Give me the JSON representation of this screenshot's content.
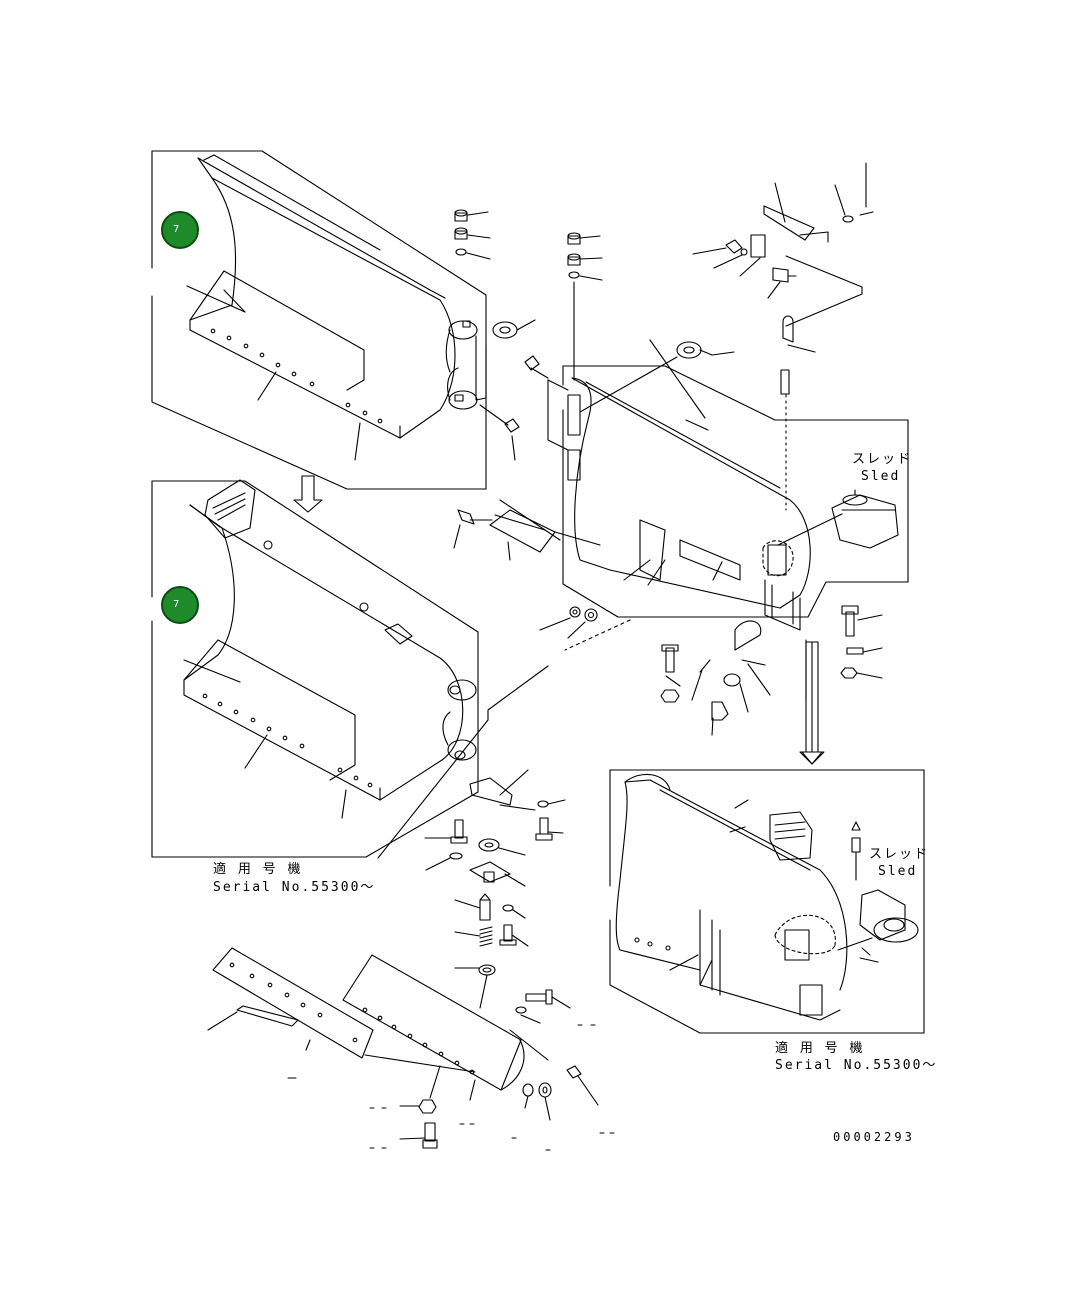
{
  "callouts": {
    "upper": "7",
    "lower": "7"
  },
  "serial_left": {
    "line1": "適 用 号 機",
    "line2": "Serial No.55300～"
  },
  "serial_right": {
    "line1": "適 用 号 機",
    "line2": "Serial No.55300～"
  },
  "sled_top": {
    "jp": "スレッド",
    "en": "Sled"
  },
  "sled_bottom": {
    "jp": "スレッド",
    "en": "Sled"
  },
  "figure_number": "00002293",
  "colors": {
    "callout_fill": "#1f8a2a",
    "line": "#000000"
  }
}
